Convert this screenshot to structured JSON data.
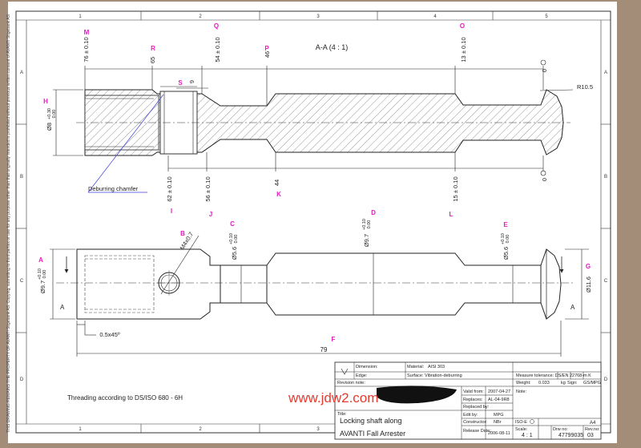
{
  "grid": {
    "columns": [
      "1",
      "2",
      "3",
      "4",
      "5"
    ],
    "rows": [
      "A",
      "B",
      "C",
      "D"
    ]
  },
  "section_title": "A-A (4 : 1)",
  "side_note": "THIS DRAWING REMAINS THE PROPERTY OF AVANTI Stigebank AS. Copying, submitting to third parties or use for any purpose other than that originally intended is prohibited without previous written consent of AVANTI Stigebank AS",
  "markers": {
    "M": "M",
    "R": "R",
    "Q": "Q",
    "P": "P",
    "O": "O",
    "H": "H",
    "S": "S",
    "I": "I",
    "J": "J",
    "K": "K",
    "L": "L",
    "A": "A",
    "B": "B",
    "C": "C",
    "D": "D",
    "E": "E",
    "F": "F",
    "G": "G"
  },
  "dims_top": {
    "d76": "76 ± 0.10",
    "d65": "65",
    "d54": "54 ± 0.10",
    "d46": "46",
    "d13": "13 ± 0.10",
    "zero": "0",
    "d9": "9",
    "r105": "R10.5",
    "dia8": "Ø8",
    "dia8_tol_up": "+0.30",
    "dia8_tol_dn": "0.00"
  },
  "dims_bottom_section": {
    "d62": "62 ± 0.10",
    "d56": "56 ± 0.10",
    "d44": "44",
    "d15": "15 ± 0.10",
    "zero": "0"
  },
  "deburr": "Deburring chamfer",
  "dims_view": {
    "m4": "M4x0.7",
    "dia97_left": "Ø9.7",
    "dia97_left_up": "+0.10",
    "dia97_left_dn": "0.00",
    "dia56_c": "Ø5.6",
    "dia56_c_up": "+0.10",
    "dia56_c_dn": "0.00",
    "dia97_mid": "Ø9.7",
    "dia97_mid_up": "+0.10",
    "dia97_mid_dn": "0.00",
    "dia56_e": "Ø5.6",
    "dia56_e_up": "+0.10",
    "dia56_e_dn": "0.00",
    "dia116": "Ø11.6",
    "chamfer": "0.5x45º",
    "length": "79",
    "section_a_left": "A",
    "section_a_right": "A"
  },
  "note": "Threading according to DS/ISO 680 - 6H",
  "watermark": "www.jdw2.com",
  "title_block": {
    "dimension_label": "Dimension:",
    "edge_label": "Edge:",
    "material_label": "Material:",
    "material": "AISI 303",
    "surface_label": "Surface:",
    "surface": "Vibration-deburring",
    "tolerance": "Measure tolerance: DS/EN 22768-m K",
    "weight_label": "Weight:",
    "weight": "0.033",
    "weight_unit": "kg",
    "sign_label": "Sign:",
    "sign": "GS/MPG",
    "revision_label": "Revision note:",
    "valid_from_label": "Valid from:",
    "valid_from": "2007-04-27",
    "replaces_label": "Replaces:",
    "replaces": "AL-04-9R8",
    "replaced_by_label": "Replaced by:",
    "edit_by_label": "Edit by:",
    "edit_by": "MPG",
    "constructor_label": "Constructor:",
    "constructor": "NBr",
    "release_label": "Release Date:",
    "release": "2006-08-11",
    "title_label": "Title:",
    "title_line1": "Locking shaft along",
    "title_line2": "AVANTI Fall Arrester",
    "note_label": "Note:",
    "projection": "ISO-E",
    "scale_label": "Scale:",
    "scale": "4 : 1",
    "drawing_no_label": "Drw no:",
    "drawing_no": "47799035",
    "revision_no_label": "Rev.no:",
    "revision_no": "03",
    "size": "A4"
  }
}
